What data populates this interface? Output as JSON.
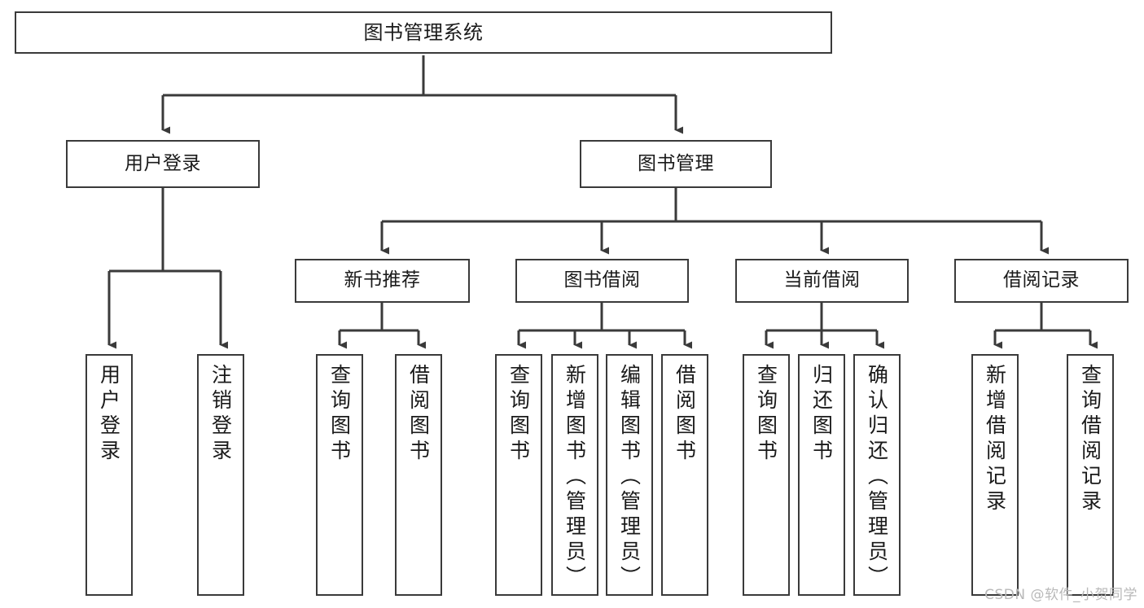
{
  "diagram": {
    "title": "图书管理系统",
    "type": "tree-hierarchy",
    "watermark": "CSDN @软件_小贺同学",
    "colors": {
      "background": "#ffffff",
      "box_border": "#3a3a3a",
      "box_fill": "#ffffff",
      "connector": "#3a3a3a",
      "text": "#1a1a1a",
      "watermark": "#b9b9b9"
    },
    "nodes": {
      "root": {
        "label": "图书管理系统",
        "level": 0,
        "orientation": "horizontal"
      },
      "l1": [
        {
          "id": "user-login",
          "label": "用户登录",
          "level": 1,
          "orientation": "horizontal"
        },
        {
          "id": "book-manage",
          "label": "图书管理",
          "level": 1,
          "orientation": "horizontal"
        }
      ],
      "l2": [
        {
          "id": "new-book-rec",
          "label": "新书推荐",
          "level": 2,
          "orientation": "horizontal",
          "parent": "book-manage"
        },
        {
          "id": "book-borrow",
          "label": "图书借阅",
          "level": 2,
          "orientation": "horizontal",
          "parent": "book-manage"
        },
        {
          "id": "current-borrow",
          "label": "当前借阅",
          "level": 2,
          "orientation": "horizontal",
          "parent": "book-manage"
        },
        {
          "id": "borrow-record",
          "label": "借阅记录",
          "level": 2,
          "orientation": "horizontal",
          "parent": "book-manage"
        }
      ],
      "leaves": [
        {
          "id": "leaf-user-login",
          "label": "用户登录",
          "parent": "user-login",
          "orientation": "vertical"
        },
        {
          "id": "leaf-logout",
          "label": "注销登录",
          "parent": "user-login",
          "orientation": "vertical"
        },
        {
          "id": "leaf-query-book-1",
          "label": "查询图书",
          "parent": "new-book-rec",
          "orientation": "vertical"
        },
        {
          "id": "leaf-borrow-book-1",
          "label": "借阅图书",
          "parent": "new-book-rec",
          "orientation": "vertical"
        },
        {
          "id": "leaf-query-book-2",
          "label": "查询图书",
          "parent": "book-borrow",
          "orientation": "vertical"
        },
        {
          "id": "leaf-add-book",
          "label": "新增图书（管理员）",
          "parent": "book-borrow",
          "orientation": "vertical"
        },
        {
          "id": "leaf-edit-book",
          "label": "编辑图书（管理员）",
          "parent": "book-borrow",
          "orientation": "vertical"
        },
        {
          "id": "leaf-borrow-book-2",
          "label": "借阅图书",
          "parent": "book-borrow",
          "orientation": "vertical"
        },
        {
          "id": "leaf-query-book-3",
          "label": "查询图书",
          "parent": "current-borrow",
          "orientation": "vertical"
        },
        {
          "id": "leaf-return-book",
          "label": "归还图书",
          "parent": "current-borrow",
          "orientation": "vertical"
        },
        {
          "id": "leaf-confirm-return",
          "label": "确认归还（管理员）",
          "parent": "current-borrow",
          "orientation": "vertical"
        },
        {
          "id": "leaf-add-record",
          "label": "新增借阅记录",
          "parent": "borrow-record",
          "orientation": "vertical"
        },
        {
          "id": "leaf-query-record",
          "label": "查询借阅记录",
          "parent": "borrow-record",
          "orientation": "vertical"
        }
      ]
    }
  }
}
